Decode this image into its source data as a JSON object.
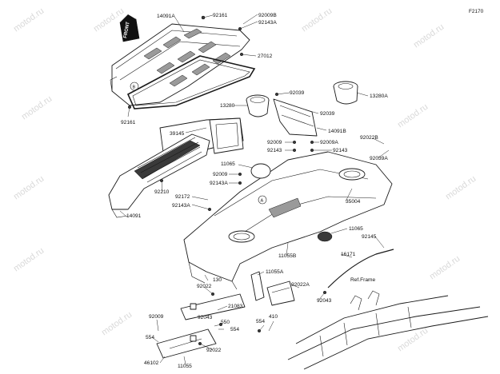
{
  "diagram_code": "F2170",
  "front_label": "FRONT",
  "watermark": "motod.ru",
  "ref_frame": "Ref.Frame",
  "circle_a": "A",
  "circle_b": "B",
  "labels": [
    {
      "id": "14091A",
      "text": "14091A"
    },
    {
      "id": "92161-top",
      "text": "92161"
    },
    {
      "id": "92009B",
      "text": "92009B"
    },
    {
      "id": "92143A-top",
      "text": "92143A"
    },
    {
      "id": "27012",
      "text": "27012"
    },
    {
      "id": "92161-left",
      "text": "92161"
    },
    {
      "id": "92039-a",
      "text": "92039"
    },
    {
      "id": "13280",
      "text": "13280"
    },
    {
      "id": "13280A",
      "text": "13280A"
    },
    {
      "id": "92039-b",
      "text": "92039"
    },
    {
      "id": "39145",
      "text": "39145"
    },
    {
      "id": "14091B",
      "text": "14091B"
    },
    {
      "id": "92022B",
      "text": "92022B"
    },
    {
      "id": "92009-a",
      "text": "92009"
    },
    {
      "id": "92009A",
      "text": "92009A"
    },
    {
      "id": "92143-a",
      "text": "92143"
    },
    {
      "id": "92143-b",
      "text": "92143"
    },
    {
      "id": "92039A",
      "text": "92039A"
    },
    {
      "id": "11065-a",
      "text": "11065"
    },
    {
      "id": "92009-b",
      "text": "92009"
    },
    {
      "id": "92143A-mid",
      "text": "92143A"
    },
    {
      "id": "92210",
      "text": "92210"
    },
    {
      "id": "92172",
      "text": "92172"
    },
    {
      "id": "92143A-low",
      "text": "92143A"
    },
    {
      "id": "35004",
      "text": "35004"
    },
    {
      "id": "14091",
      "text": "14091"
    },
    {
      "id": "11065-b",
      "text": "11065"
    },
    {
      "id": "92145",
      "text": "92145"
    },
    {
      "id": "11055B",
      "text": "11055B"
    },
    {
      "id": "16171",
      "text": "16171"
    },
    {
      "id": "11055A",
      "text": "11055A"
    },
    {
      "id": "130",
      "text": "130"
    },
    {
      "id": "92022-a",
      "text": "92022"
    },
    {
      "id": "92022A",
      "text": "92022A"
    },
    {
      "id": "92043-a",
      "text": "92043"
    },
    {
      "id": "92043-b",
      "text": "92043"
    },
    {
      "id": "21083",
      "text": "21083"
    },
    {
      "id": "92009-c",
      "text": "92009"
    },
    {
      "id": "550",
      "text": "550"
    },
    {
      "id": "554-a",
      "text": "554"
    },
    {
      "id": "554-b",
      "text": "554"
    },
    {
      "id": "410",
      "text": "410"
    },
    {
      "id": "554-c",
      "text": "554"
    },
    {
      "id": "92022-b",
      "text": "92022"
    },
    {
      "id": "46102",
      "text": "46102"
    },
    {
      "id": "11055",
      "text": "11055"
    }
  ]
}
